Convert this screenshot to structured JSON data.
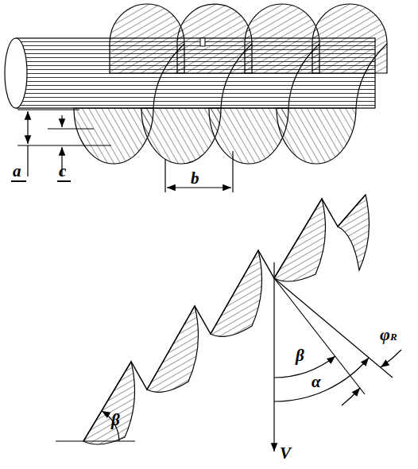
{
  "diagram": {
    "labels": [
      "a",
      "c",
      "b",
      "φR",
      "β",
      "α",
      "β",
      "V"
    ]
  }
}
